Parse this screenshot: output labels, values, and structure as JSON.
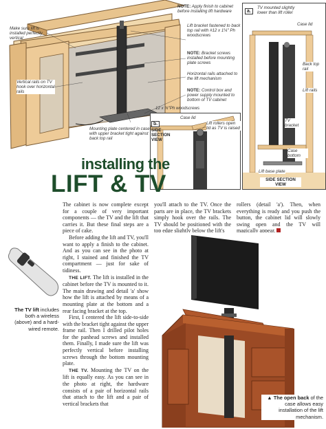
{
  "drawing": {
    "main_notes": {
      "note_finish_label": "NOTE:",
      "note_finish": "Apply finish to cabinet before installing lift hardware",
      "rails_vertical": "Make sure lift is installed perfectly vertical",
      "lift_bracket": "Lift bracket fastened to back top rail with #12 x 1¼\" Ph woodscrews",
      "note_bracket_label": "NOTE:",
      "note_bracket": "Bracket screws installed before mounting plate screws",
      "horizontal_rails": "Horizontal rails attached to the lift mechanism",
      "note_control_label": "NOTE:",
      "note_control": "Control box and power supply mounted to bottom of TV cabinet",
      "vertical_rails": "Vertical rails on TV hook over horizontal rails",
      "woodscrews": "12 x ¾\"Ph woodscrews",
      "mounting_plate": "Mounting plate centered in case with upper bracket tight against back top rail"
    },
    "detail_b": {
      "badge": "b.",
      "section_view": "SIDE SECTION VIEW",
      "case_lid": "Case lid",
      "lift_rollers": "Lift rollers open lid as TV is raised"
    },
    "detail_a": {
      "badge": "a.",
      "tv_mounted": "TV mounted slightly lower than lift roller",
      "case_lid": "Case lid",
      "back_top_rail": "Back top rail",
      "lift_rails": "Lift rails",
      "tv_bracket": "TV bracket",
      "case_bottom": "Case bottom",
      "lift_base_plate": "Lift base plate",
      "section_view": "SIDE SECTION VIEW"
    }
  },
  "title": {
    "line1": "installing the",
    "line2": "LIFT & TV"
  },
  "remote_caption": {
    "lead": "The TV lift",
    "rest": "includes both a wireless (above) and a hard-wired remote."
  },
  "photo_caption": {
    "lead": "The open back",
    "rest": "of the case allows easy installation of the lift mechanism."
  },
  "body": {
    "col1_intro": "The cabinet is now complete except for a couple of very important components — the TV and the lift that carries it. But these final steps are a piece of cake.",
    "col1_p2": "Before adding the lift and TV, you'll want to apply a finish to the cabinet. And as you can see in the photo at right, I stained and finished the TV compartment — just for sake of tidiness.",
    "col1_runin1": "THE LIFT.",
    "col1_p3": "The lift is installed in the cabinet before the TV is mounted to it. The main drawing and detail 'a' show how the lift is attached by means of a mounting plate at the bottom and a rear facing bracket at the top.",
    "col1_p4": "First, I centered the lift side-to-side with the bracket tight against the upper frame rail. Then I drilled pilot holes for the panhead screws and installed them. Finally, I made sure the lift was perfectly vertical before installing screws through the bottom mounting plate.",
    "col1_runin2": "THE TV.",
    "col1_p5": "Mounting the TV on the lift is equally easy. As you can see in the photo at right, the hardware consists of a pair of horizontal rails that attach to the lift and a pair of vertical brackets that",
    "col2_text": "you'll attach to the TV. Once the parts are in place, the TV brackets simply hook over the rails. The TV should be positioned with the top edge slightly below the lift's",
    "col3_text": "rollers (detail 'a'). Then, when everything is ready and you push the button, the cabinet lid will slowly swing open and the TV will magically appear."
  },
  "colors": {
    "wood": "#e8c48e",
    "wood_dark": "#c99b5e",
    "title_green": "#1e4d2b",
    "cabinet_cherry": "#9b4a25",
    "end_mark": "#b22222"
  }
}
